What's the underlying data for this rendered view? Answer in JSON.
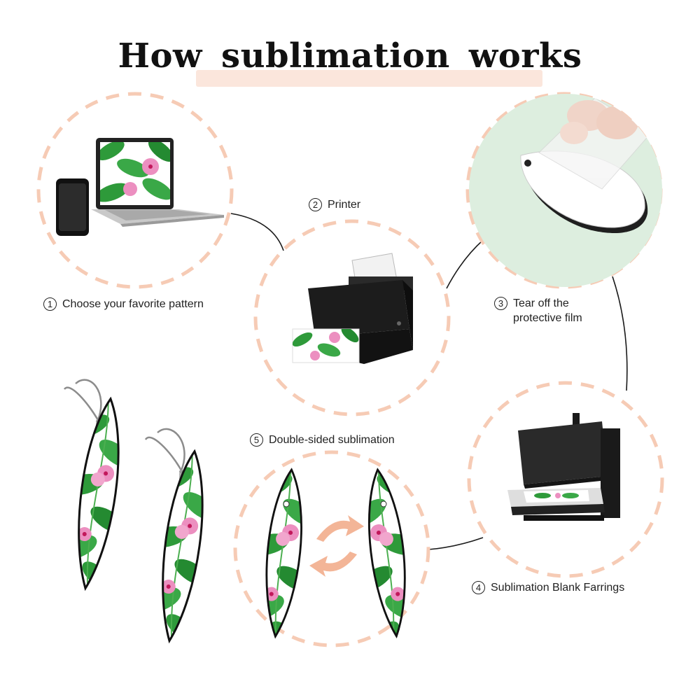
{
  "title": "How sublimation works",
  "steps": [
    {
      "number": "1",
      "text": "Choose your favorite pattern"
    },
    {
      "number": "2",
      "text": "Printer"
    },
    {
      "number": "3",
      "line1": "Tear off the",
      "line2": "protective film"
    },
    {
      "number": "4",
      "text": "Sublimation Blank Farrings"
    },
    {
      "number": "5",
      "text": "Double-sided sublimation"
    }
  ],
  "colors": {
    "dash": "#f6cbb5",
    "title_highlight": "#fbe6dc",
    "connector": "#1a1a1a",
    "leaf": "#2e9a3a",
    "flower": "#ec8fc0",
    "arrow": "#f3b597",
    "film_bg": "#ddeedf"
  }
}
